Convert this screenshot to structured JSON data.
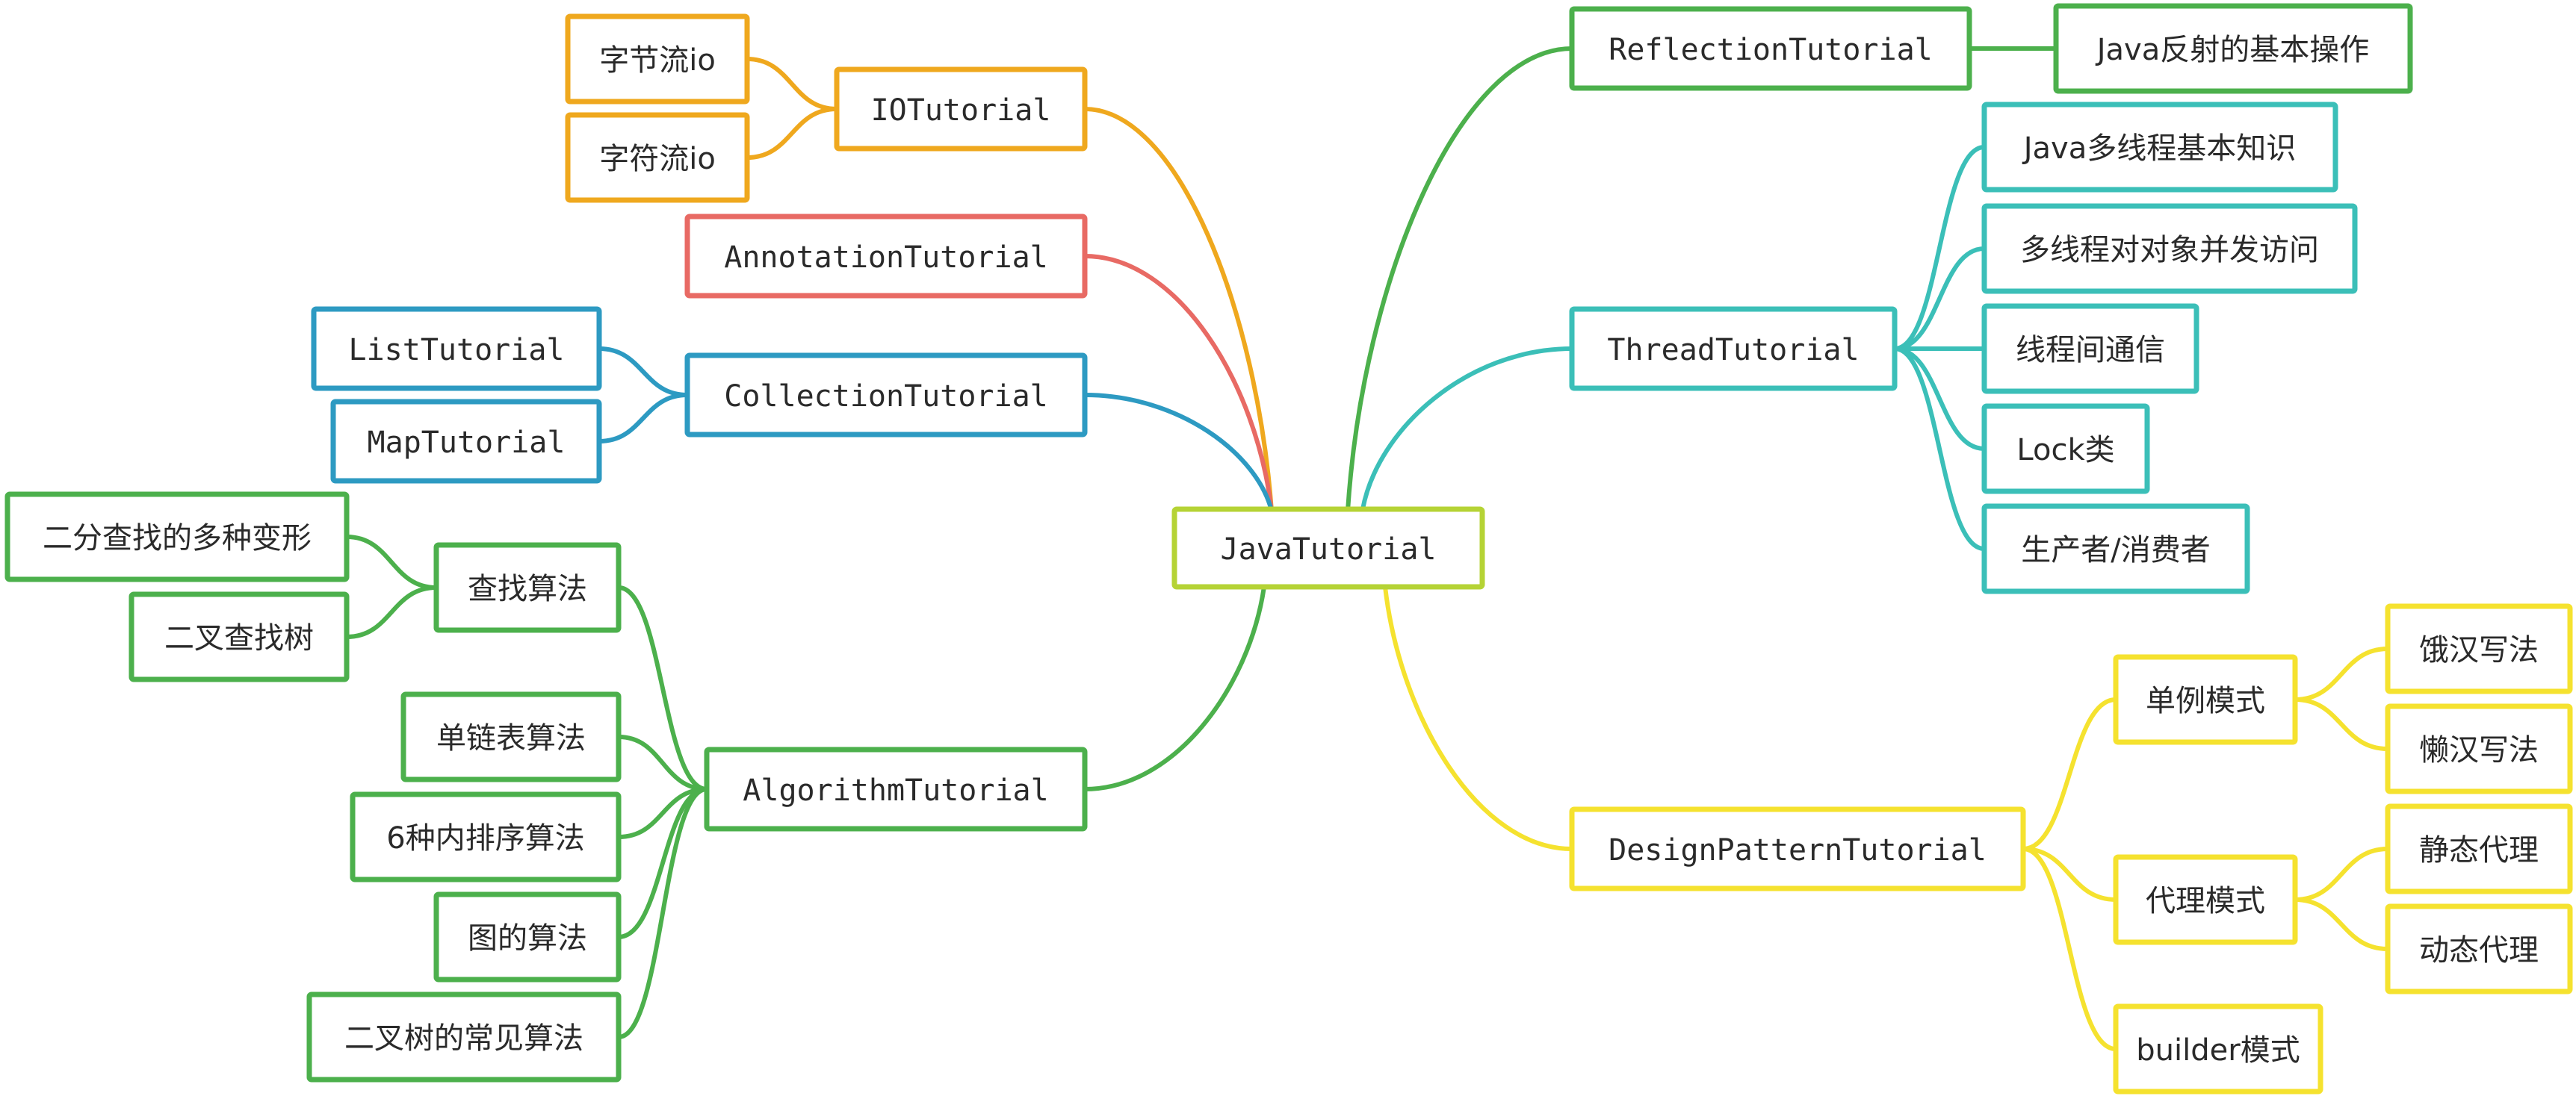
{
  "mindmap": {
    "root": {
      "label": "JavaTutorial",
      "color": "#b5d335",
      "text_color": "#4a5a20"
    },
    "nodes": {
      "io": {
        "label": "IOTutorial",
        "color": "#efa81e"
      },
      "io_byte": {
        "label": "字节流io",
        "color": "#efa81e"
      },
      "io_char": {
        "label": "字符流io",
        "color": "#efa81e"
      },
      "annotation": {
        "label": "AnnotationTutorial",
        "color": "#e86a64"
      },
      "collection": {
        "label": "CollectionTutorial",
        "color": "#2d9ac2"
      },
      "list": {
        "label": "ListTutorial",
        "color": "#2d9ac2"
      },
      "map": {
        "label": "MapTutorial",
        "color": "#2d9ac2"
      },
      "algorithm": {
        "label": "AlgorithmTutorial",
        "color": "#4cb04c"
      },
      "search": {
        "label": "查找算法",
        "color": "#4cb04c"
      },
      "binsearch": {
        "label": "二分查找的多种变形",
        "color": "#4cb04c"
      },
      "bst": {
        "label": "二叉查找树",
        "color": "#4cb04c"
      },
      "linked": {
        "label": "单链表算法",
        "color": "#4cb04c"
      },
      "sort": {
        "label": "6种内排序算法",
        "color": "#4cb04c"
      },
      "graph": {
        "label": "图的算法",
        "color": "#4cb04c"
      },
      "tree": {
        "label": "二叉树的常见算法",
        "color": "#4cb04c"
      },
      "reflection": {
        "label": "ReflectionTutorial",
        "color": "#4cb04c"
      },
      "reflect_basic": {
        "label": "Java反射的基本操作",
        "color": "#4cb04c"
      },
      "thread": {
        "label": "ThreadTutorial",
        "color": "#3bbfb8"
      },
      "t1": {
        "label": "Java多线程基本知识",
        "color": "#3bbfb8"
      },
      "t2": {
        "label": "多线程对对象并发访问",
        "color": "#3bbfb8"
      },
      "t3": {
        "label": "线程间通信",
        "color": "#3bbfb8"
      },
      "t4": {
        "label": "Lock类",
        "color": "#3bbfb8"
      },
      "t5": {
        "label": "生产者/消费者",
        "color": "#3bbfb8"
      },
      "design": {
        "label": "DesignPatternTutorial",
        "color": "#f5e22f"
      },
      "singleton": {
        "label": "单例模式",
        "color": "#f5e22f"
      },
      "hungry": {
        "label": "饿汉写法",
        "color": "#f5e22f"
      },
      "lazy": {
        "label": "懒汉写法",
        "color": "#f5e22f"
      },
      "proxy": {
        "label": "代理模式",
        "color": "#f5e22f"
      },
      "static_proxy": {
        "label": "静态代理",
        "color": "#f5e22f"
      },
      "dynamic_proxy": {
        "label": "动态代理",
        "color": "#f5e22f"
      },
      "builder": {
        "label": "builder模式",
        "color": "#f5e22f"
      }
    }
  }
}
